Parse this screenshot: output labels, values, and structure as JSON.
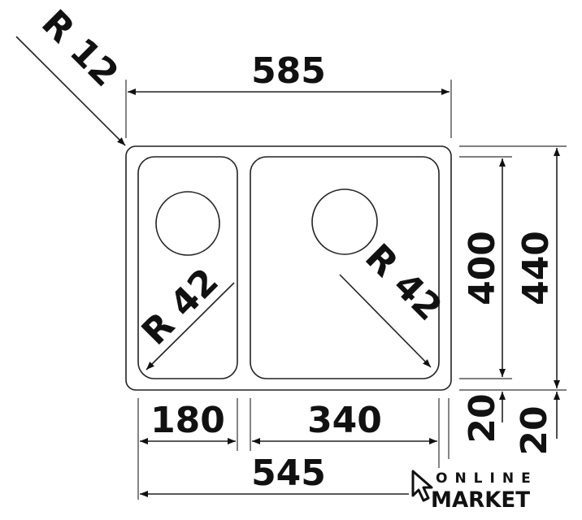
{
  "diagram": {
    "dimensions": {
      "overall_width": "585",
      "corner_radius": "R 12",
      "inner_height": "400",
      "overall_height": "440",
      "left_bowl_width": "180",
      "right_bowl_width": "340",
      "bottom_width": "545",
      "bottom_offset": "20",
      "bottom_offset_2": "20",
      "left_bowl_radius": "R 42",
      "right_bowl_radius": "R 42"
    }
  },
  "logo": {
    "line1": "ONLINE",
    "line2": "MARKET"
  }
}
